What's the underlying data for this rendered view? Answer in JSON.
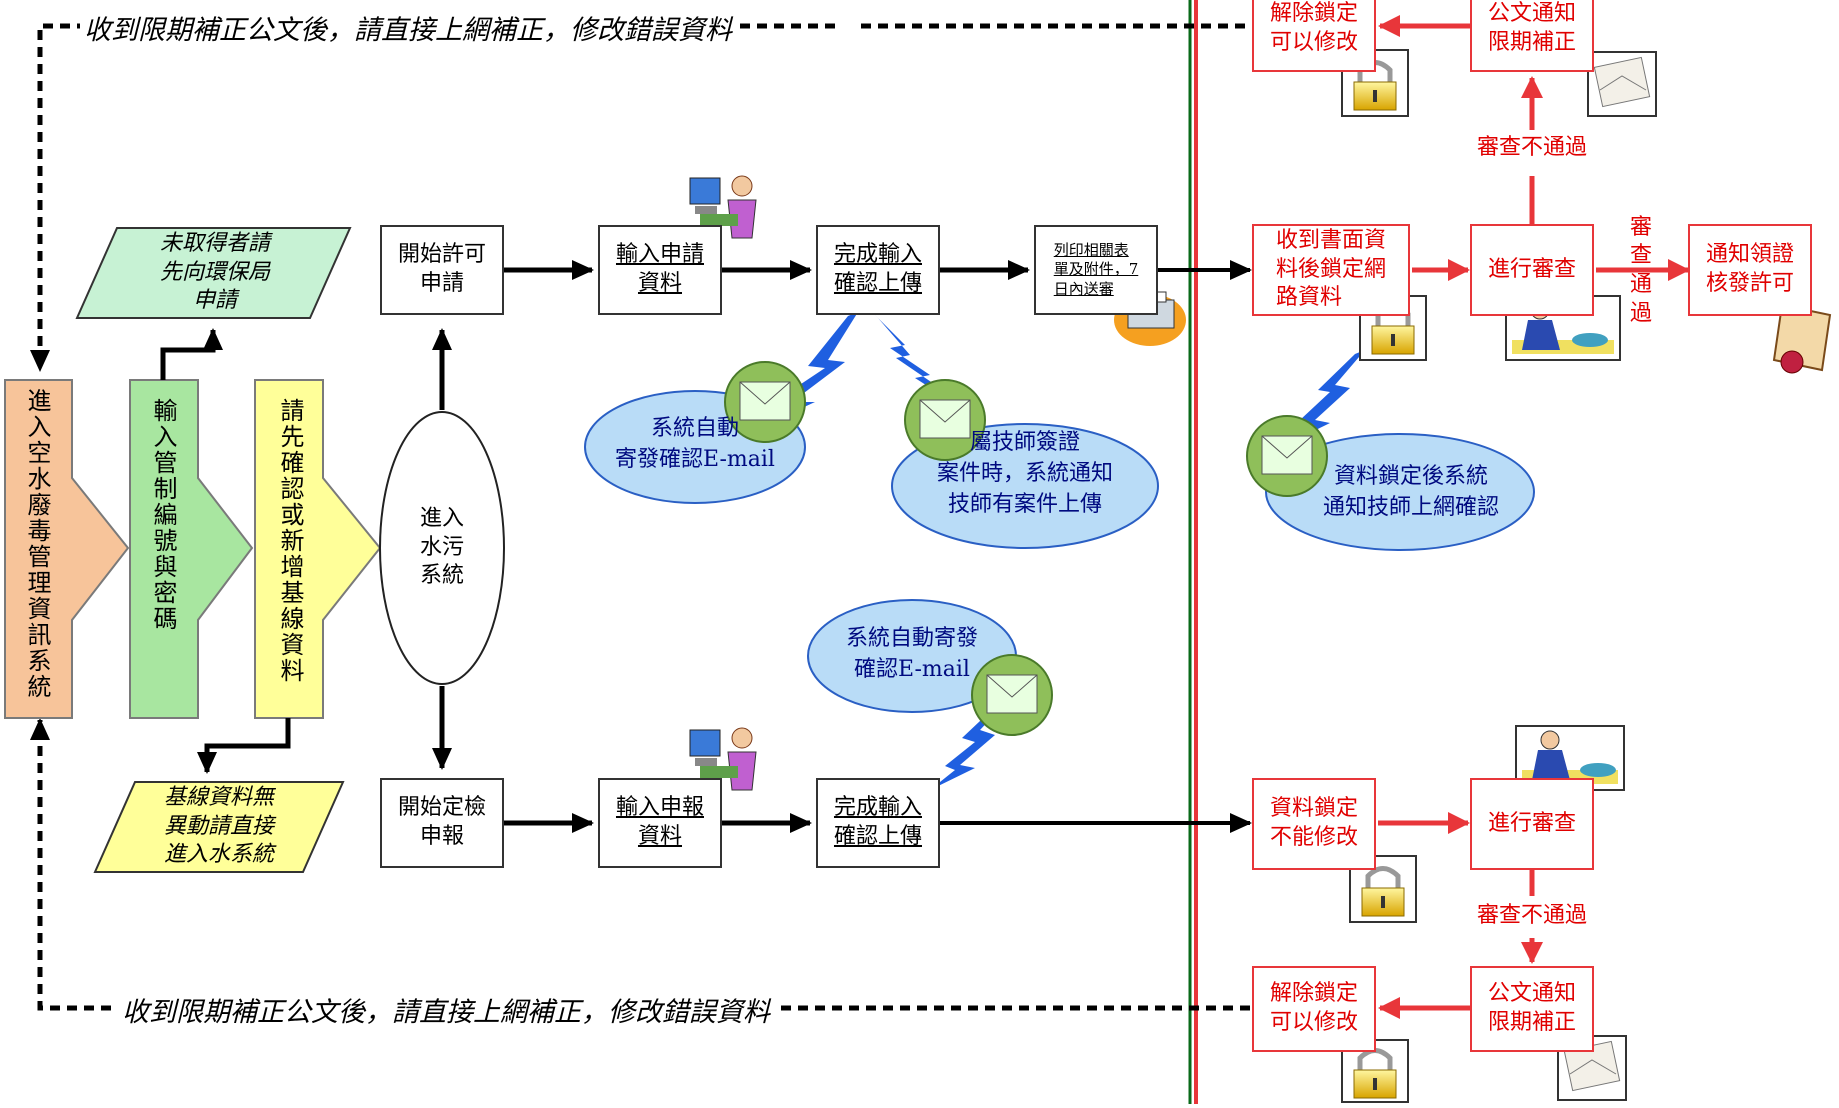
{
  "notes": {
    "top": "收到限期補正公文後，請直接上網補正，修改錯誤資料",
    "bottom": "收到限期補正公文後，請直接上網補正，修改錯誤資料"
  },
  "arrows_left": {
    "enter_system": "進入空水廢毒管理資訊系統",
    "input_credentials": "輸入管制編號與密碼",
    "confirm_baseline": "請先確認或新增基線資料"
  },
  "parallelograms": {
    "no_permit": "未取得者請\n先向環保局\n申請",
    "no_change": "基線資料無\n異動請直接\n進入水系統"
  },
  "oval": "進入\n水污\n系統",
  "top_flow": {
    "start": "開始許可\n申請",
    "input": "輸入申請\n資料",
    "upload": "完成輸入\n確認上傳",
    "print": "列印相關表\n單及附件，7\n日內送審"
  },
  "bottom_flow": {
    "start": "開始定檢\n申報",
    "input": "輸入申報\n資料",
    "upload": "完成輸入\n確認上傳"
  },
  "bubbles": {
    "email_top": "系統自動\n寄發確認E-mail",
    "engineer": "屬技師簽證\n案件時，系統通知\n技師有案件上傳",
    "email_bottom": "系統自動寄發\n確認E-mail",
    "lock_notify": "資料鎖定後系統\n通知技師上網確認"
  },
  "red_top": {
    "unlock": "解除鎖定\n可以修改",
    "notice": "公文通知\n限期補正",
    "fail": "審查不通過",
    "receive_lock": "收到書面資\n料後鎖定網\n路資料",
    "review": "進行審查",
    "pass": "審\n查\n通\n過",
    "permit": "通知領證\n核發許可"
  },
  "red_bottom": {
    "locked": "資料鎖定\n不能修改",
    "review": "進行審查",
    "fail": "審查不通過",
    "unlock": "解除鎖定\n可以修改",
    "notice": "公文通知\n限期補正"
  },
  "colors": {
    "red": "#e8363a",
    "bubble_fill": "#b9dcf7",
    "bubble_stroke": "#2a5fc4",
    "lightning": "#1f5fe0",
    "orange": "#f7c49a",
    "green": "#a8e6a0",
    "yellow": "#ffff99"
  }
}
